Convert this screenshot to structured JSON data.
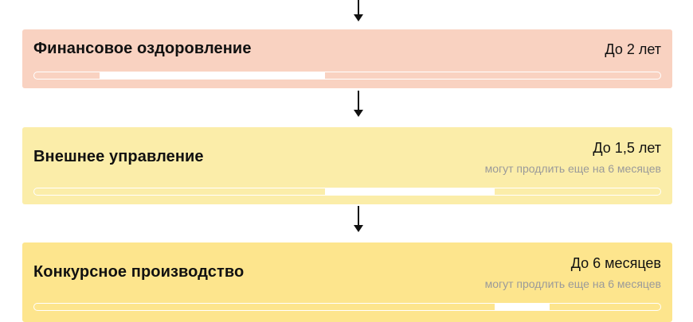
{
  "stages": [
    {
      "title": "Финансовое оздоровление",
      "duration": "До 2 лет",
      "note": "",
      "color": "#f9d2c1",
      "timeline_segment": {
        "start": 0.104,
        "end": 0.464
      }
    },
    {
      "title": "Внешнее управление",
      "duration": "До 1,5 лет",
      "note": "могут продлить еще на 6 месяцев",
      "color": "#fbeda9",
      "timeline_segment": {
        "start": 0.464,
        "end": 0.735
      }
    },
    {
      "title": "Конкурсное производство",
      "duration": "До 6 месяцев",
      "note": "могут продлить еще на 6 месяцев",
      "color": "#fde58d",
      "timeline_segment": {
        "start": 0.735,
        "end": 0.823
      }
    }
  ]
}
